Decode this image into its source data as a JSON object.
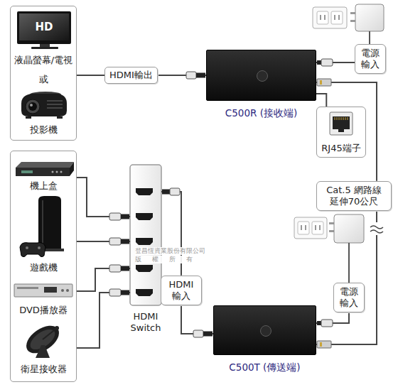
{
  "diagram": {
    "nodes": [
      {
        "text": [
          "液晶螢幕/電視",
          "或",
          "投影機"
        ]
      },
      {
        "text": [
          "C500R (接收端)"
        ]
      },
      {
        "text": [
          "電源 輸入"
        ]
      },
      {
        "text": [
          "RJ45端子"
        ]
      },
      {
        "text": [
          "Cat.5 網路線 延伸70公尺"
        ]
      },
      {
        "text": [
          "電源 輸入"
        ]
      },
      {
        "text": [
          "C500T (傳送端)"
        ]
      },
      {
        "text": [
          "HDMI Switch"
        ]
      },
      {
        "text": [
          "HDMI 輸入"
        ]
      },
      {
        "text": [
          "機上盒",
          "遊戲機",
          "DVD播放器",
          "衛星接收器"
        ]
      }
    ],
    "edges": [
      {
        "from": 0,
        "to": 1,
        "label": "HDMI輸出",
        "arrow": "none"
      },
      {
        "from": 2,
        "to": 1,
        "arrow": "none"
      },
      {
        "from": 3,
        "to": 1,
        "arrow": "none"
      },
      {
        "from": 1,
        "to": 4,
        "arrow": "none"
      },
      {
        "from": 4,
        "to": 6,
        "arrow": "none"
      },
      {
        "from": 5,
        "to": 6,
        "arrow": "none"
      },
      {
        "from": 7,
        "to": 8,
        "arrow": "none"
      },
      {
        "from": 8,
        "to": 6,
        "arrow": "none"
      },
      {
        "from": 9,
        "to": 7,
        "arrow": "none"
      },
      {
        "from": 9,
        "to": 7,
        "arrow": "none"
      },
      {
        "from": 9,
        "to": 7,
        "arrow": "none"
      },
      {
        "from": 9,
        "to": 7,
        "arrow": "none"
      }
    ],
    "labels": [
      "HD",
      "登昌恆資業股份有限公司",
      "版 權 所 有"
    ]
  }
}
